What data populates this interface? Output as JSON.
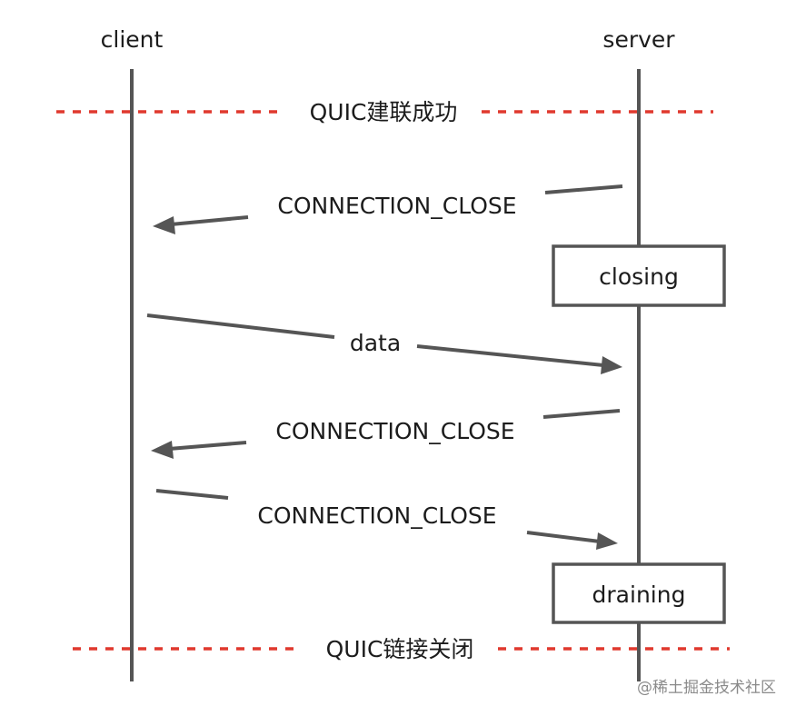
{
  "actors": {
    "client": "client",
    "server": "server"
  },
  "dividers": {
    "established": "QUIC建联成功",
    "closed": "QUIC链接关闭"
  },
  "messages": {
    "close_1": "CONNECTION_CLOSE",
    "data": "data",
    "close_2": "CONNECTION_CLOSE",
    "close_3": "CONNECTION_CLOSE"
  },
  "states": {
    "closing": "closing",
    "draining": "draining"
  },
  "watermark": "@稀土掘金技术社区",
  "colors": {
    "divider": "#e0392e",
    "line": "#555555",
    "text": "#1c1c1c"
  }
}
